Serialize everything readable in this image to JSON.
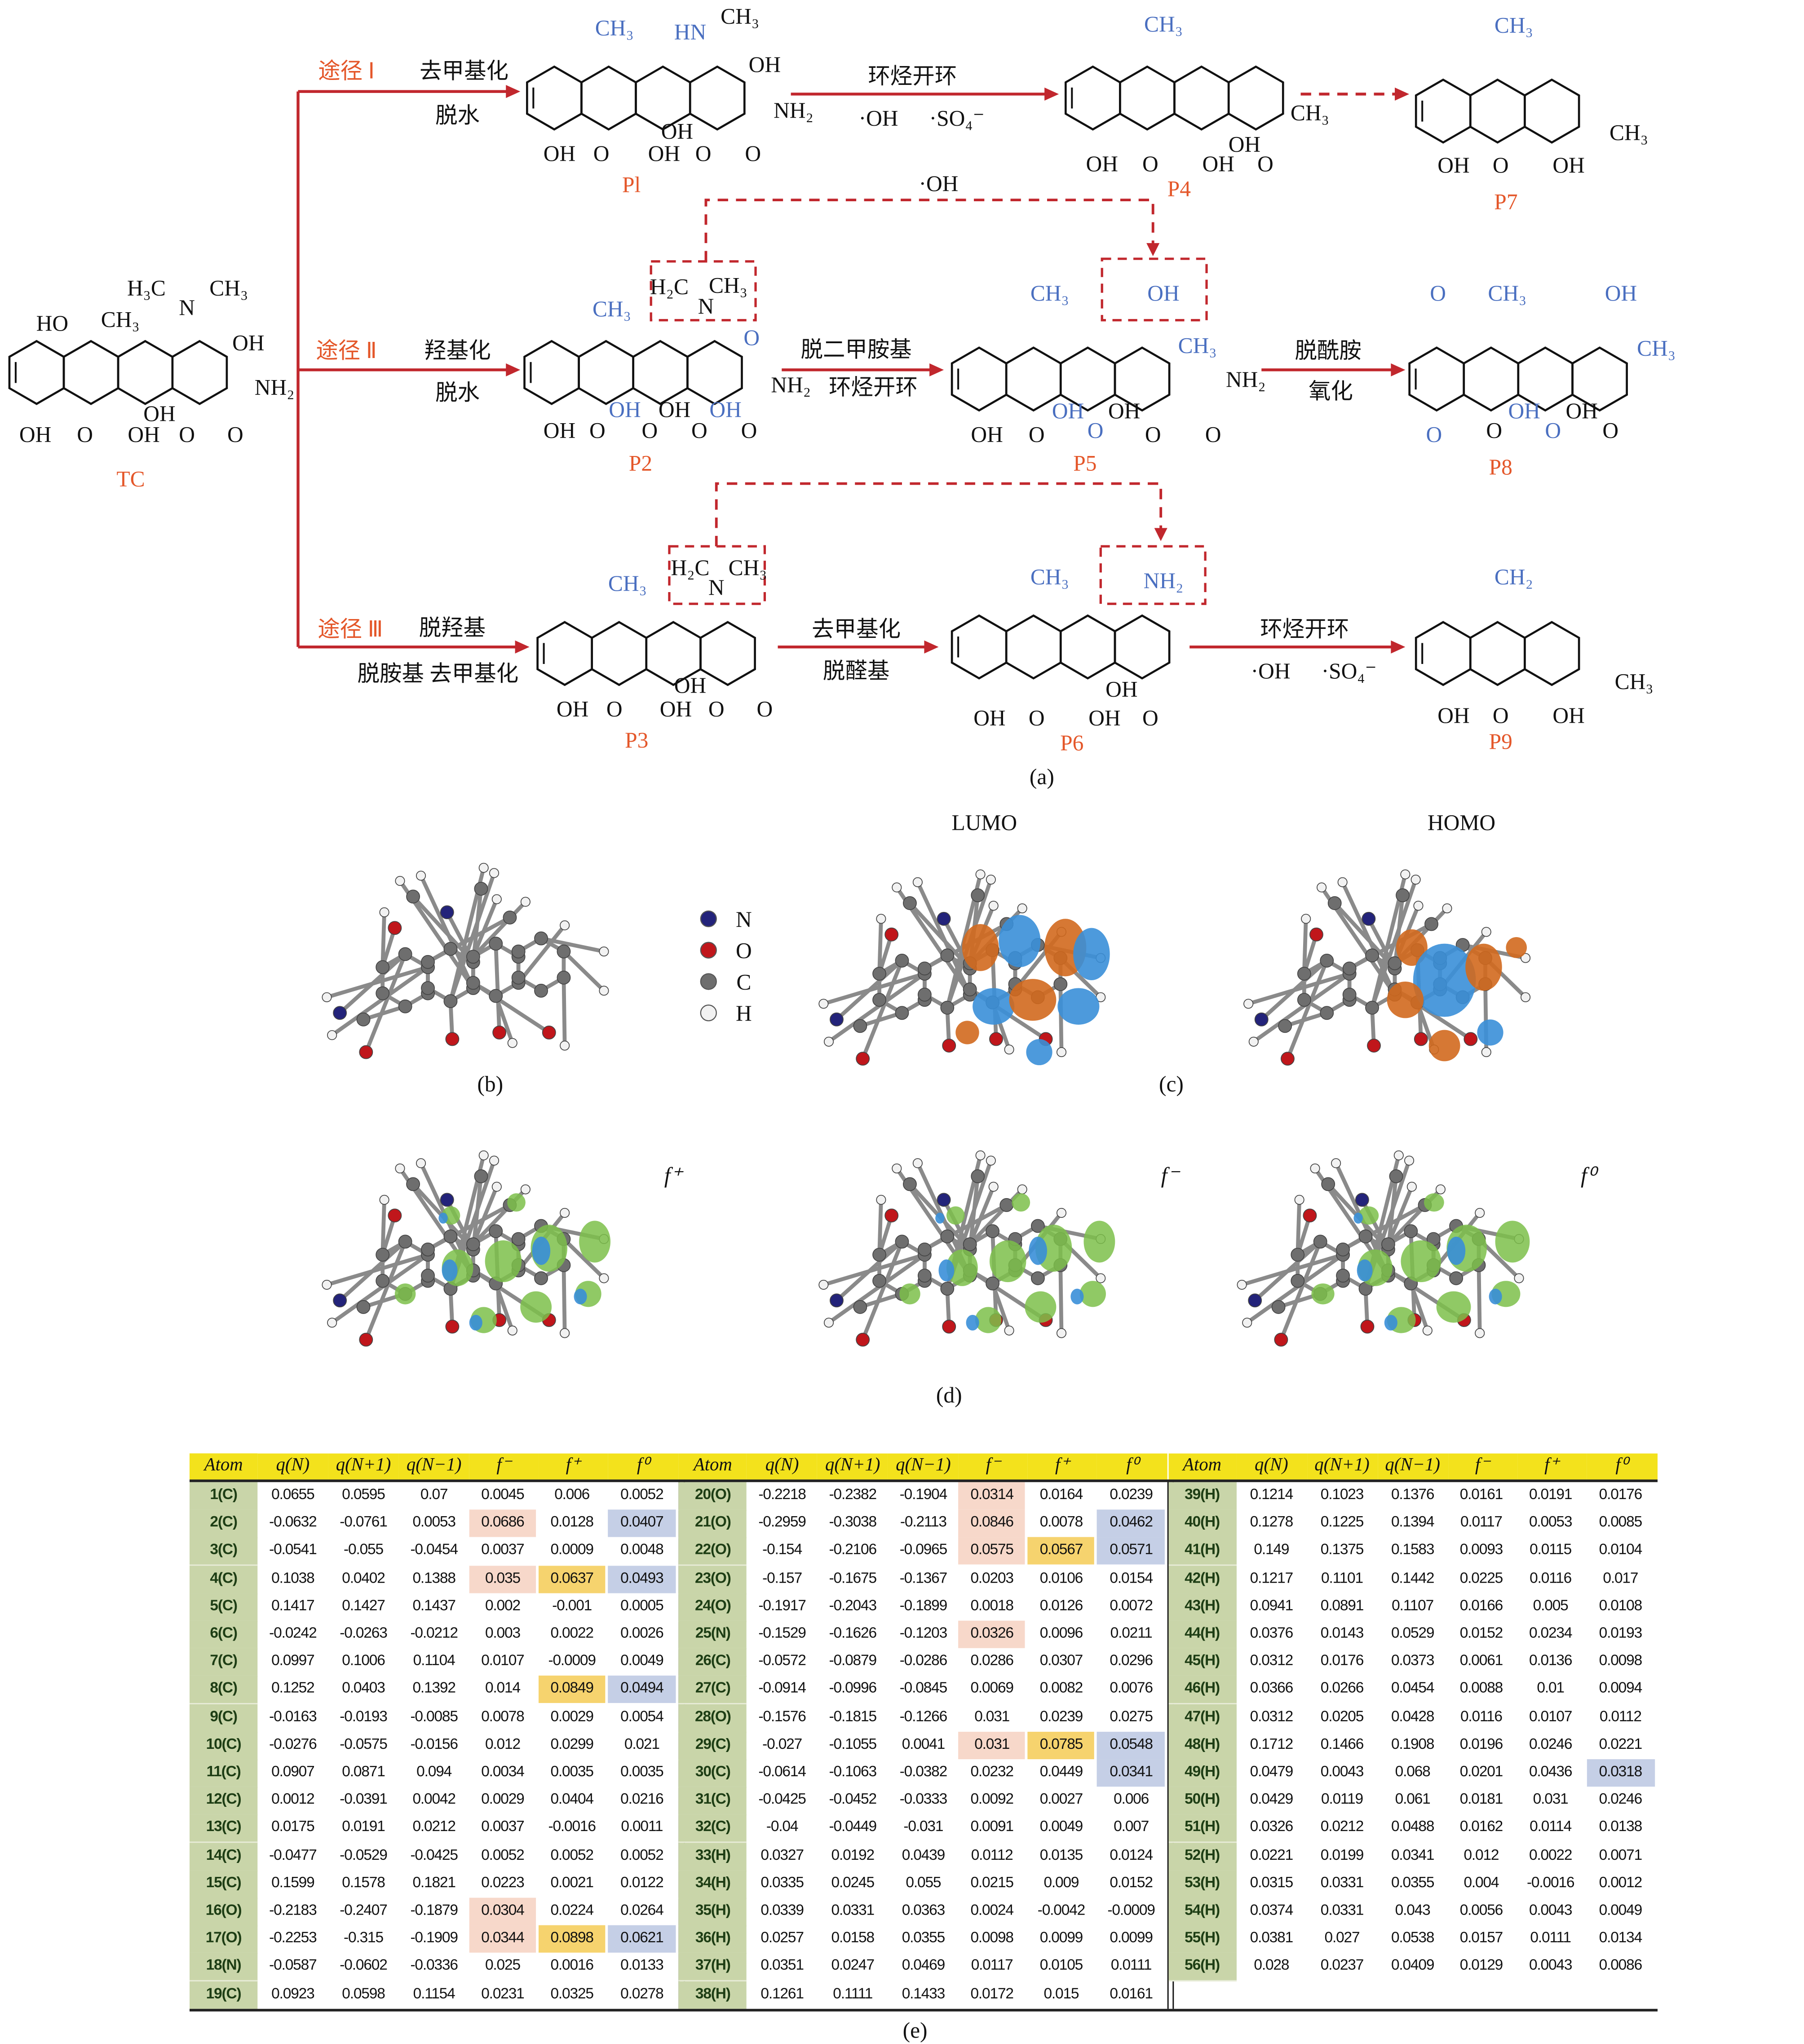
{
  "panel_labels": {
    "a": "(a)",
    "b": "(b)",
    "c": "(c)",
    "d": "(d)",
    "e": "(e)"
  },
  "colors": {
    "arrow": "#c1272d",
    "route_label": "#e4572a",
    "highlight_blue": "#4a6fc0",
    "table_header": "#f3e21c",
    "atom_cell": "#c9d5a9",
    "f_minus_hl": "#f7d8ca",
    "f_plus_hl": "#f6d36e",
    "f_zero_hl": "#c5cfe6"
  },
  "pathway": {
    "routes": [
      {
        "name": "途径 Ⅰ",
        "steps": [
          "去甲基化",
          "脱水"
        ]
      },
      {
        "name": "途径 Ⅱ",
        "steps": [
          "羟基化",
          "脱水"
        ]
      },
      {
        "name": "途径 Ⅲ",
        "steps": [
          "脱羟基",
          "脱胺基  去甲基化"
        ]
      }
    ],
    "reactions": {
      "p1_p4": [
        "环烃开环",
        "·OH",
        "·SO₄⁻"
      ],
      "p1_p2_link": [
        "·OH"
      ],
      "p2_p5": [
        "脱二甲胺基",
        "环烃开环"
      ],
      "p5_p8": [
        "脱酰胺",
        "氧化"
      ],
      "p3_p6": [
        "去甲基化",
        "脱醛基"
      ],
      "p6_p9": [
        "环烃开环",
        "·OH",
        "·SO₄⁻"
      ]
    },
    "compounds": {
      "TC": {
        "name": "TC",
        "groups": [
          "HO",
          "CH₃",
          "H₃C",
          "N",
          "CH₃",
          "OH",
          "NH₂",
          "OH",
          "O",
          "OH",
          "OH",
          "O",
          "O"
        ]
      },
      "P1": {
        "name": "Pl",
        "groups": [
          "CH₃",
          "HN",
          "CH₃",
          "OH",
          "NH₂",
          "OH",
          "O",
          "OH",
          "OH",
          "O",
          "O"
        ]
      },
      "P4": {
        "name": "P4",
        "groups": [
          "CH₃",
          "CH₃",
          "OH",
          "O",
          "OH",
          "OH",
          "O"
        ]
      },
      "P7": {
        "name": "P7",
        "groups": [
          "CH₃",
          "CH₃",
          "OH",
          "O",
          "OH"
        ]
      },
      "P2": {
        "name": "P2",
        "groups": [
          "CH₃",
          "H₂C",
          "N",
          "CH₃",
          "O",
          "NH₂",
          "OH",
          "O",
          "OH",
          "OH",
          "OH",
          "O",
          "O",
          "O"
        ]
      },
      "P5": {
        "name": "P5",
        "groups": [
          "CH₃",
          "OH",
          "CH₃",
          "NH₂",
          "OH",
          "O",
          "OH",
          "O",
          "OH",
          "O",
          "O"
        ]
      },
      "P8": {
        "name": "P8",
        "groups": [
          "O",
          "CH₃",
          "OH",
          "CH₃",
          "O",
          "O",
          "OH",
          "O",
          "OH",
          "O"
        ]
      },
      "P3": {
        "name": "P3",
        "groups": [
          "CH₃",
          "H₂C",
          "N",
          "CH₃",
          "OH",
          "O",
          "OH",
          "OH",
          "O",
          "O"
        ]
      },
      "P6": {
        "name": "P6",
        "groups": [
          "CH₃",
          "NH₂",
          "OH",
          "O",
          "OH",
          "OH",
          "O"
        ]
      },
      "P9": {
        "name": "P9",
        "groups": [
          "CH₂",
          "CH₃",
          "OH",
          "O",
          "OH"
        ]
      }
    }
  },
  "legend": [
    {
      "symbol": "N",
      "color": "#23237a"
    },
    {
      "symbol": "O",
      "color": "#c0161b"
    },
    {
      "symbol": "C",
      "color": "#6e6e6e"
    },
    {
      "symbol": "H",
      "color": "#f2f2f2"
    }
  ],
  "orbitals": {
    "lumo": "LUMO",
    "homo": "HOMO"
  },
  "fukui_labels": [
    "f⁺",
    "f⁻",
    "f⁰"
  ],
  "table": {
    "headers": [
      "Atom",
      "q(N)",
      "q(N+1)",
      "q(N−1)",
      "f⁻",
      "f⁺",
      "f⁰"
    ],
    "highlight_key": {
      "m": "f⁻",
      "p": "f⁺",
      "z": "f⁰"
    },
    "groups": [
      {
        "rows": [
          [
            "1(C)",
            "0.0655",
            "0.0595",
            "0.07",
            "0.0045",
            "0.006",
            "0.0052",
            ""
          ],
          [
            "2(C)",
            "-0.0632",
            "-0.0761",
            "0.0053",
            "0.0686",
            "0.0128",
            "0.0407",
            "mz"
          ],
          [
            "3(C)",
            "-0.0541",
            "-0.055",
            "-0.0454",
            "0.0037",
            "0.0009",
            "0.0048",
            ""
          ],
          [
            "4(C)",
            "0.1038",
            "0.0402",
            "0.1388",
            "0.035",
            "0.0637",
            "0.0493",
            "mpz"
          ],
          [
            "5(C)",
            "0.1417",
            "0.1427",
            "0.1437",
            "0.002",
            "-0.001",
            "0.0005",
            ""
          ],
          [
            "6(C)",
            "-0.0242",
            "-0.0263",
            "-0.0212",
            "0.003",
            "0.0022",
            "0.0026",
            ""
          ],
          [
            "7(C)",
            "0.0997",
            "0.1006",
            "0.1104",
            "0.0107",
            "-0.0009",
            "0.0049",
            ""
          ],
          [
            "8(C)",
            "0.1252",
            "0.0403",
            "0.1392",
            "0.014",
            "0.0849",
            "0.0494",
            "pz"
          ],
          [
            "9(C)",
            "-0.0163",
            "-0.0193",
            "-0.0085",
            "0.0078",
            "0.0029",
            "0.0054",
            ""
          ],
          [
            "10(C)",
            "-0.0276",
            "-0.0575",
            "-0.0156",
            "0.012",
            "0.0299",
            "0.021",
            ""
          ],
          [
            "11(C)",
            "0.0907",
            "0.0871",
            "0.094",
            "0.0034",
            "0.0035",
            "0.0035",
            ""
          ],
          [
            "12(C)",
            "0.0012",
            "-0.0391",
            "0.0042",
            "0.0029",
            "0.0404",
            "0.0216",
            ""
          ],
          [
            "13(C)",
            "0.0175",
            "0.0191",
            "0.0212",
            "0.0037",
            "-0.0016",
            "0.0011",
            ""
          ],
          [
            "14(C)",
            "-0.0477",
            "-0.0529",
            "-0.0425",
            "0.0052",
            "0.0052",
            "0.0052",
            ""
          ],
          [
            "15(C)",
            "0.1599",
            "0.1578",
            "0.1821",
            "0.0223",
            "0.0021",
            "0.0122",
            ""
          ],
          [
            "16(O)",
            "-0.2183",
            "-0.2407",
            "-0.1879",
            "0.0304",
            "0.0224",
            "0.0264",
            "m"
          ],
          [
            "17(O)",
            "-0.2253",
            "-0.315",
            "-0.1909",
            "0.0344",
            "0.0898",
            "0.0621",
            "mpz"
          ],
          [
            "18(N)",
            "-0.0587",
            "-0.0602",
            "-0.0336",
            "0.025",
            "0.0016",
            "0.0133",
            ""
          ],
          [
            "19(C)",
            "0.0923",
            "0.0598",
            "0.1154",
            "0.0231",
            "0.0325",
            "0.0278",
            ""
          ]
        ]
      },
      {
        "rows": [
          [
            "20(O)",
            "-0.2218",
            "-0.2382",
            "-0.1904",
            "0.0314",
            "0.0164",
            "0.0239",
            "m"
          ],
          [
            "21(O)",
            "-0.2959",
            "-0.3038",
            "-0.2113",
            "0.0846",
            "0.0078",
            "0.0462",
            "mz"
          ],
          [
            "22(O)",
            "-0.154",
            "-0.2106",
            "-0.0965",
            "0.0575",
            "0.0567",
            "0.0571",
            "mpz"
          ],
          [
            "23(O)",
            "-0.157",
            "-0.1675",
            "-0.1367",
            "0.0203",
            "0.0106",
            "0.0154",
            ""
          ],
          [
            "24(O)",
            "-0.1917",
            "-0.2043",
            "-0.1899",
            "0.0018",
            "0.0126",
            "0.0072",
            ""
          ],
          [
            "25(N)",
            "-0.1529",
            "-0.1626",
            "-0.1203",
            "0.0326",
            "0.0096",
            "0.0211",
            "m"
          ],
          [
            "26(C)",
            "-0.0572",
            "-0.0879",
            "-0.0286",
            "0.0286",
            "0.0307",
            "0.0296",
            ""
          ],
          [
            "27(C)",
            "-0.0914",
            "-0.0996",
            "-0.0845",
            "0.0069",
            "0.0082",
            "0.0076",
            ""
          ],
          [
            "28(O)",
            "-0.1576",
            "-0.1815",
            "-0.1266",
            "0.031",
            "0.0239",
            "0.0275",
            ""
          ],
          [
            "29(C)",
            "-0.027",
            "-0.1055",
            "0.0041",
            "0.031",
            "0.0785",
            "0.0548",
            "mpz"
          ],
          [
            "30(C)",
            "-0.0614",
            "-0.1063",
            "-0.0382",
            "0.0232",
            "0.0449",
            "0.0341",
            "z"
          ],
          [
            "31(C)",
            "-0.0425",
            "-0.0452",
            "-0.0333",
            "0.0092",
            "0.0027",
            "0.006",
            ""
          ],
          [
            "32(C)",
            "-0.04",
            "-0.0449",
            "-0.031",
            "0.0091",
            "0.0049",
            "0.007",
            ""
          ],
          [
            "33(H)",
            "0.0327",
            "0.0192",
            "0.0439",
            "0.0112",
            "0.0135",
            "0.0124",
            ""
          ],
          [
            "34(H)",
            "0.0335",
            "0.0245",
            "0.055",
            "0.0215",
            "0.009",
            "0.0152",
            ""
          ],
          [
            "35(H)",
            "0.0339",
            "0.0331",
            "0.0363",
            "0.0024",
            "-0.0042",
            "-0.0009",
            ""
          ],
          [
            "36(H)",
            "0.0257",
            "0.0158",
            "0.0355",
            "0.0098",
            "0.0099",
            "0.0099",
            ""
          ],
          [
            "37(H)",
            "0.0351",
            "0.0247",
            "0.0469",
            "0.0117",
            "0.0105",
            "0.0111",
            ""
          ],
          [
            "38(H)",
            "0.1261",
            "0.1111",
            "0.1433",
            "0.0172",
            "0.015",
            "0.0161",
            ""
          ]
        ]
      },
      {
        "rows": [
          [
            "39(H)",
            "0.1214",
            "0.1023",
            "0.1376",
            "0.0161",
            "0.0191",
            "0.0176",
            ""
          ],
          [
            "40(H)",
            "0.1278",
            "0.1225",
            "0.1394",
            "0.0117",
            "0.0053",
            "0.0085",
            ""
          ],
          [
            "41(H)",
            "0.149",
            "0.1375",
            "0.1583",
            "0.0093",
            "0.0115",
            "0.0104",
            ""
          ],
          [
            "42(H)",
            "0.1217",
            "0.1101",
            "0.1442",
            "0.0225",
            "0.0116",
            "0.017",
            ""
          ],
          [
            "43(H)",
            "0.0941",
            "0.0891",
            "0.1107",
            "0.0166",
            "0.005",
            "0.0108",
            ""
          ],
          [
            "44(H)",
            "0.0376",
            "0.0143",
            "0.0529",
            "0.0152",
            "0.0234",
            "0.0193",
            ""
          ],
          [
            "45(H)",
            "0.0312",
            "0.0176",
            "0.0373",
            "0.0061",
            "0.0136",
            "0.0098",
            ""
          ],
          [
            "46(H)",
            "0.0366",
            "0.0266",
            "0.0454",
            "0.0088",
            "0.01",
            "0.0094",
            ""
          ],
          [
            "47(H)",
            "0.0312",
            "0.0205",
            "0.0428",
            "0.0116",
            "0.0107",
            "0.0112",
            ""
          ],
          [
            "48(H)",
            "0.1712",
            "0.1466",
            "0.1908",
            "0.0196",
            "0.0246",
            "0.0221",
            ""
          ],
          [
            "49(H)",
            "0.0479",
            "0.0043",
            "0.068",
            "0.0201",
            "0.0436",
            "0.0318",
            "z"
          ],
          [
            "50(H)",
            "0.0429",
            "0.0119",
            "0.061",
            "0.0181",
            "0.031",
            "0.0246",
            ""
          ],
          [
            "51(H)",
            "0.0326",
            "0.0212",
            "0.0488",
            "0.0162",
            "0.0114",
            "0.0138",
            ""
          ],
          [
            "52(H)",
            "0.0221",
            "0.0199",
            "0.0341",
            "0.012",
            "0.0022",
            "0.0071",
            ""
          ],
          [
            "53(H)",
            "0.0315",
            "0.0331",
            "0.0355",
            "0.004",
            "-0.0016",
            "0.0012",
            ""
          ],
          [
            "54(H)",
            "0.0374",
            "0.0331",
            "0.043",
            "0.0056",
            "0.0043",
            "0.0049",
            ""
          ],
          [
            "55(H)",
            "0.0381",
            "0.027",
            "0.0538",
            "0.0157",
            "0.0111",
            "0.0134",
            ""
          ],
          [
            "56(H)",
            "0.028",
            "0.0237",
            "0.0409",
            "0.0129",
            "0.0043",
            "0.0086",
            ""
          ]
        ]
      }
    ]
  }
}
